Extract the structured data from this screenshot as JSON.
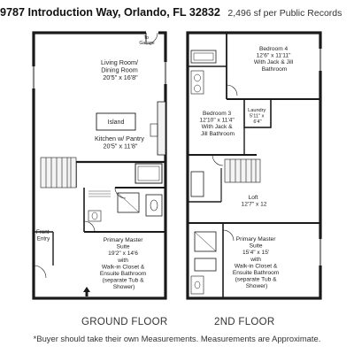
{
  "header": {
    "address": "9787 Introduction Way, Orlando, FL 32832",
    "sqft": "2,496 sf per Public Records"
  },
  "ground_floor": {
    "label": "GROUND FLOOR",
    "to_garage": [
      "To",
      "Garage"
    ],
    "living": [
      "Living Room/",
      "Dining Room",
      "20'5\" x 16'8\""
    ],
    "island": "Island",
    "kitchen": [
      "Kitchen w/ Pantry",
      "20'5\" x 11'8\""
    ],
    "front_entry": [
      "Front",
      "Entry"
    ],
    "master": [
      "Primary Master",
      "Suite",
      "19'2\" x 14'6",
      "with",
      "Walk-in Closet &",
      "Ensuite Bathroom",
      "(separate Tub &",
      "Shower)"
    ]
  },
  "second_floor": {
    "label": "2ND FLOOR",
    "bedroom4": [
      "Bedroom 4",
      "12'6\" x 11'11\"",
      "With Jack & Jill",
      "Bathroom"
    ],
    "laundry": [
      "Laundry",
      "5'11\" x",
      "6'4\""
    ],
    "bedroom3": [
      "Bedroom 3",
      "12'10\" x 11'4\"",
      "With Jack &",
      "Jill Bathroom"
    ],
    "loft": [
      "Loft",
      "12'7\" x 12"
    ],
    "master": [
      "Primary Master",
      "Suite",
      "15'4\" x 15'",
      "with",
      "Walk-in Closet &",
      "Ensuite Bathroom",
      "(separate Tub &",
      "Shower)"
    ]
  },
  "footer": "*Buyer should take their own Measurements.  Measurements are Approximate."
}
